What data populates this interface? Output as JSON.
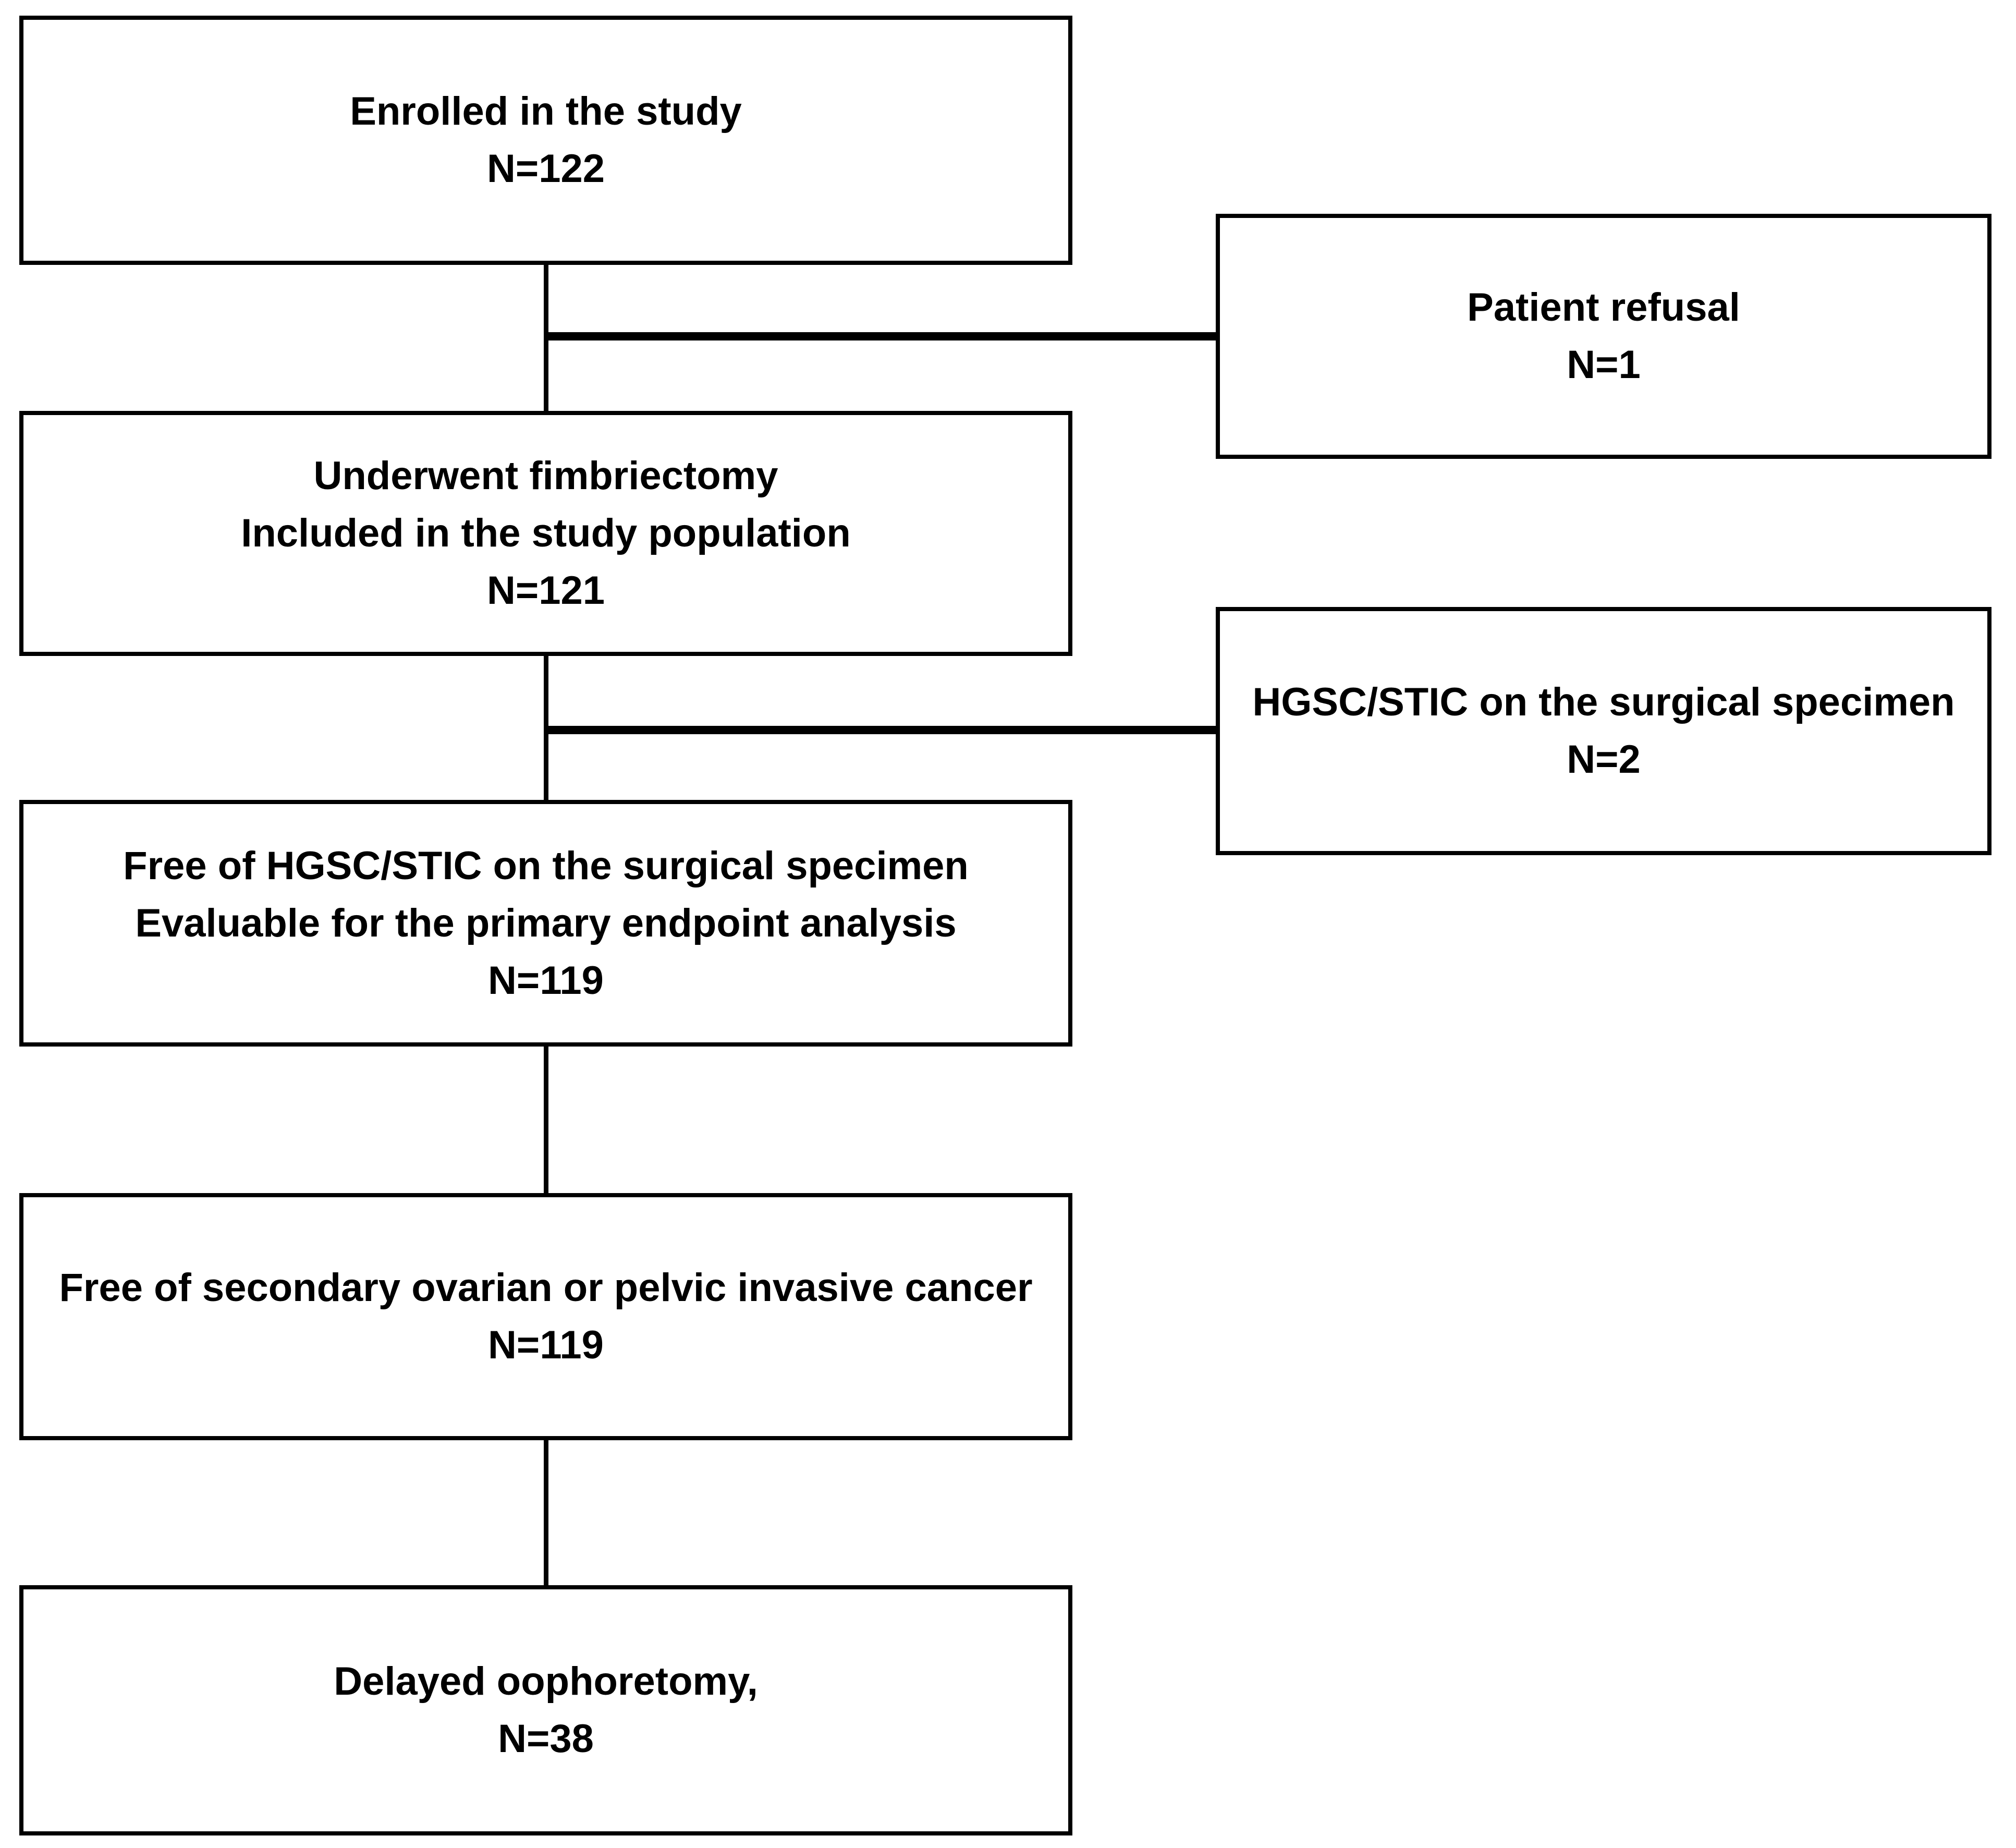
{
  "flowchart": {
    "colors": {
      "line": "#000000",
      "background": "#ffffff",
      "text": "#000000"
    },
    "boxes": [
      {
        "id": "enrolled",
        "lines": [
          "Enrolled in the study",
          "N=122"
        ]
      },
      {
        "id": "patient-refusal",
        "lines": [
          "Patient refusal",
          "N=1"
        ]
      },
      {
        "id": "underwent-fimbriectomy",
        "lines": [
          "Underwent fimbriectomy",
          "Included in the study population",
          "N=121"
        ]
      },
      {
        "id": "hgsc-stic-specimen",
        "lines": [
          "HGSC/STIC on the surgical specimen",
          "N=2"
        ]
      },
      {
        "id": "free-of-hgsc-stic",
        "lines": [
          "Free of HGSC/STIC on the surgical specimen",
          "Evaluable for the primary endpoint analysis",
          "N=119"
        ]
      },
      {
        "id": "free-of-secondary-cancer",
        "lines": [
          "Free of secondary ovarian or pelvic invasive cancer",
          "N=119"
        ]
      },
      {
        "id": "delayed-oophoretomy",
        "lines": [
          "Delayed oophoretomy,",
          "N=38"
        ]
      }
    ]
  }
}
